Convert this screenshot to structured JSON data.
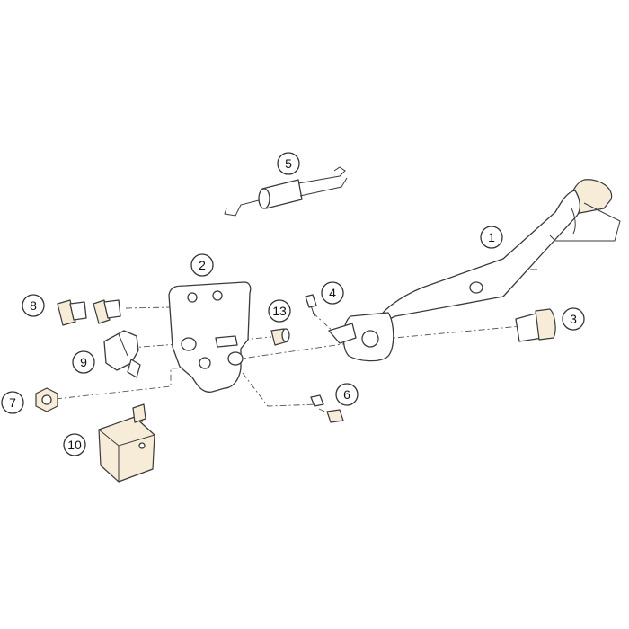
{
  "diagram": {
    "colors": {
      "part_fill": "#f6ecd8",
      "outline": "#3a3a3a",
      "background": "#ffffff"
    },
    "callouts": [
      {
        "id": "1",
        "label": "1"
      },
      {
        "id": "2",
        "label": "2"
      },
      {
        "id": "3",
        "label": "3"
      },
      {
        "id": "4",
        "label": "4"
      },
      {
        "id": "5",
        "label": "5"
      },
      {
        "id": "6",
        "label": "6"
      },
      {
        "id": "7",
        "label": "7"
      },
      {
        "id": "8",
        "label": "8"
      },
      {
        "id": "9",
        "label": "9"
      },
      {
        "id": "10",
        "label": "10"
      },
      {
        "id": "13",
        "label": "13"
      }
    ]
  }
}
